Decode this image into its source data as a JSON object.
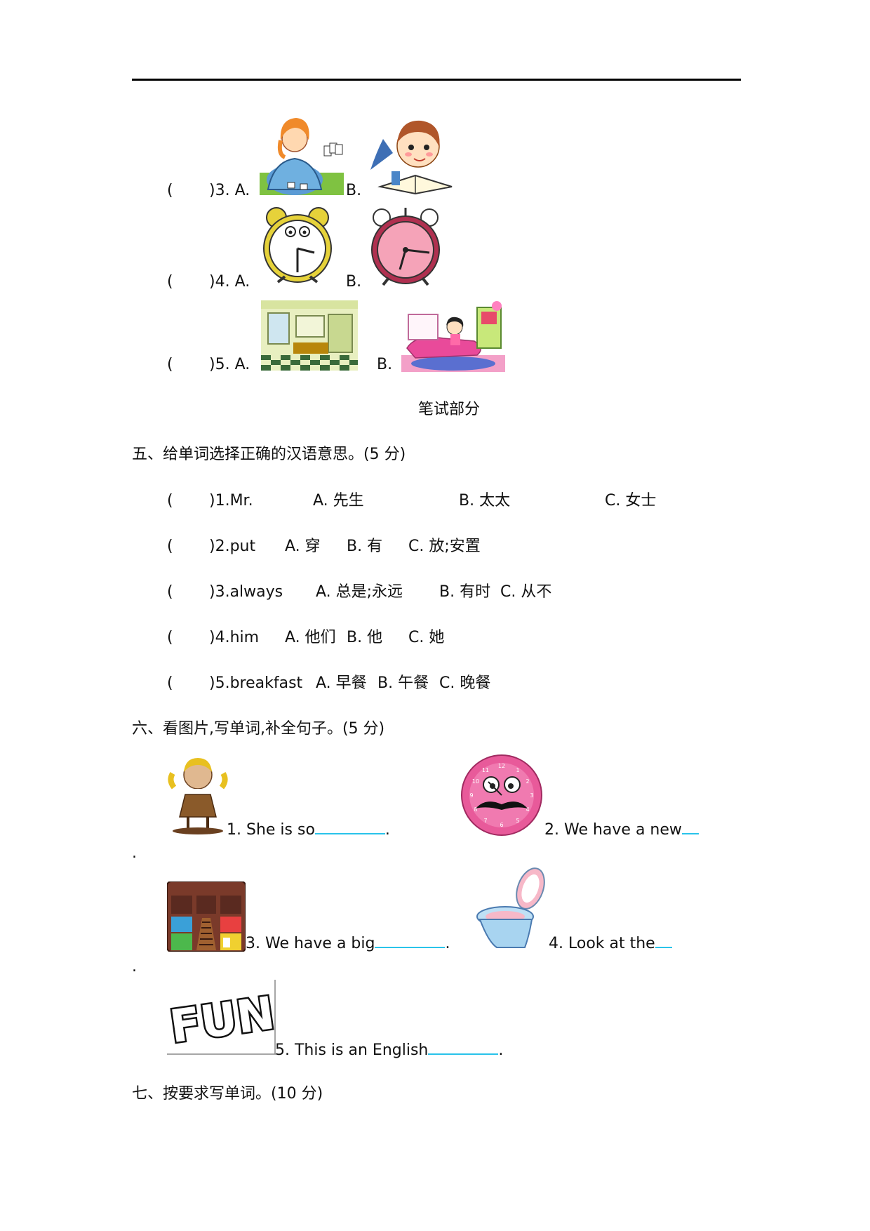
{
  "listening_tail": {
    "rows": [
      {
        "paren": "(",
        "close": ")3. A.",
        "b": "B."
      },
      {
        "paren": "(",
        "close": ")4. A.",
        "b": "B."
      },
      {
        "paren": "(",
        "close": ")5. A.",
        "b": "B."
      }
    ]
  },
  "written_part_title": "笔试部分",
  "section5": {
    "title": "五、给单词选择正确的汉语意思。(5 分)",
    "items": [
      {
        "paren": "(",
        "q": ")1.Mr.",
        "a": "A. 先生",
        "b": "B. 太太",
        "c": "C. 女士"
      },
      {
        "paren": "(",
        "q": ")2.put",
        "a": "A. 穿",
        "b": "B. 有",
        "c": "C. 放;安置"
      },
      {
        "paren": "(",
        "q": ")3.always",
        "a": "A. 总是;永远",
        "b": "B. 有时",
        "c": "C. 从不"
      },
      {
        "paren": "(",
        "q": ")4.him",
        "a": "A. 他们",
        "b": "B. 他",
        "c": "C. 她"
      },
      {
        "paren": "(",
        "q": ")5.breakfast",
        "a": "A. 早餐",
        "b": "B. 午餐",
        "c": "C. 晚餐"
      }
    ]
  },
  "section6": {
    "title": "六、看图片,写单词,补全句子。(5 分)",
    "items": [
      {
        "text": "1. She is so",
        "end": "."
      },
      {
        "text": "2. We have a new",
        "end": "."
      },
      {
        "text": "3. We have a big",
        "end": "."
      },
      {
        "text": "4. Look at the",
        "end": "."
      },
      {
        "text": "5. This is an English",
        "end": "."
      }
    ],
    "fun_logo": "FUN"
  },
  "section7": {
    "title": "七、按要求写单词。(10 分)"
  },
  "colors": {
    "blank_line": "#29c3ea",
    "text": "#111111"
  }
}
